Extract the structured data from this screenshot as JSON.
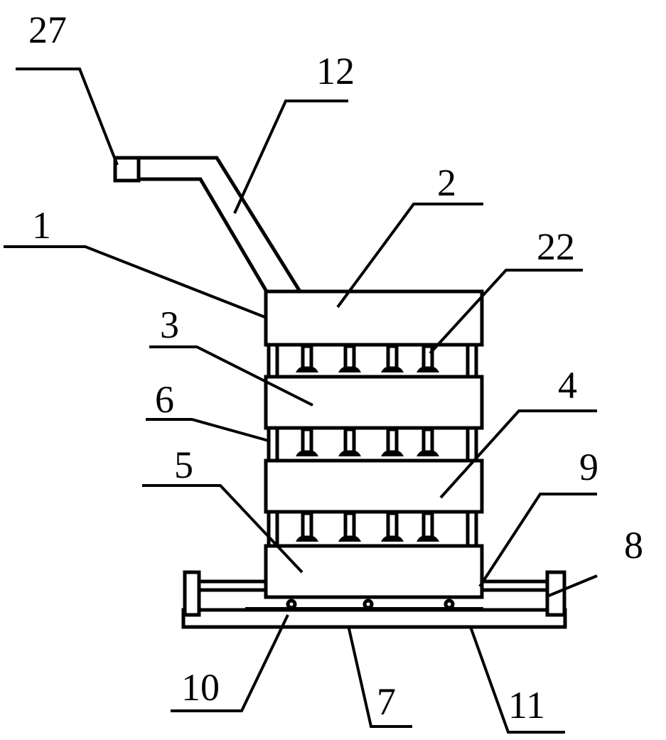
{
  "figure": {
    "labels": {
      "l27": "27",
      "l12": "12",
      "l2": "2",
      "l22": "22",
      "l1": "1",
      "l3": "3",
      "l6": "6",
      "l4": "4",
      "l5": "5",
      "l9": "9",
      "l8": "8",
      "l10": "10",
      "l7": "7",
      "l11": "11"
    }
  }
}
